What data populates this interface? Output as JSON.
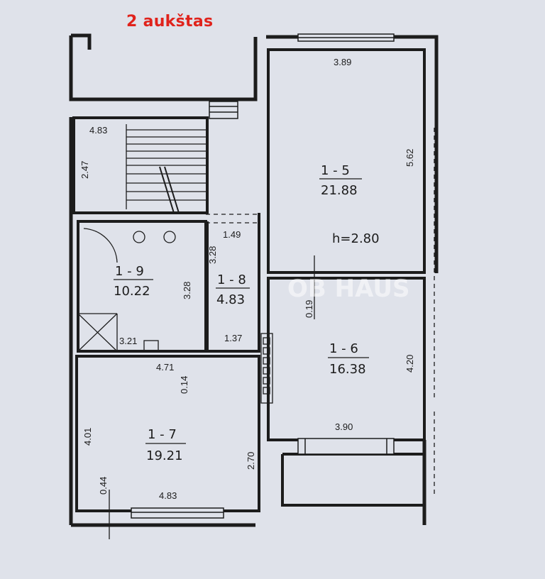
{
  "header": {
    "title": "2 aukštas"
  },
  "rooms": [
    {
      "id": "1 - 5",
      "area": "21.88",
      "width": "3.89",
      "height_dim": "5.62",
      "ceiling": "h=2.80"
    },
    {
      "id": "1 - 6",
      "area": "16.38",
      "width": "3.90",
      "height_dim": "4.20",
      "side_note": "0.19"
    },
    {
      "id": "1 - 7",
      "area": "19.21",
      "width_top": "4.71",
      "width_bottom": "4.83",
      "depth": "4.01",
      "right_dim": "2.70",
      "notch_top": "0.14",
      "notch_bottom": "0.44"
    },
    {
      "id": "1 - 8",
      "area": "4.83",
      "top_dim": "1.49",
      "bottom_dim": "1.37",
      "side_dim": "3.28"
    },
    {
      "id": "1 - 9",
      "area": "10.22",
      "side_dim": "3.28",
      "bottom_dim": "3.21"
    }
  ],
  "stair": {
    "width": "4.83",
    "depth": "2.47"
  },
  "watermark": "OB   HAUS",
  "colors": {
    "background": "#dfe2ea",
    "wall": "#1c1c1c",
    "title": "#e0231c"
  }
}
